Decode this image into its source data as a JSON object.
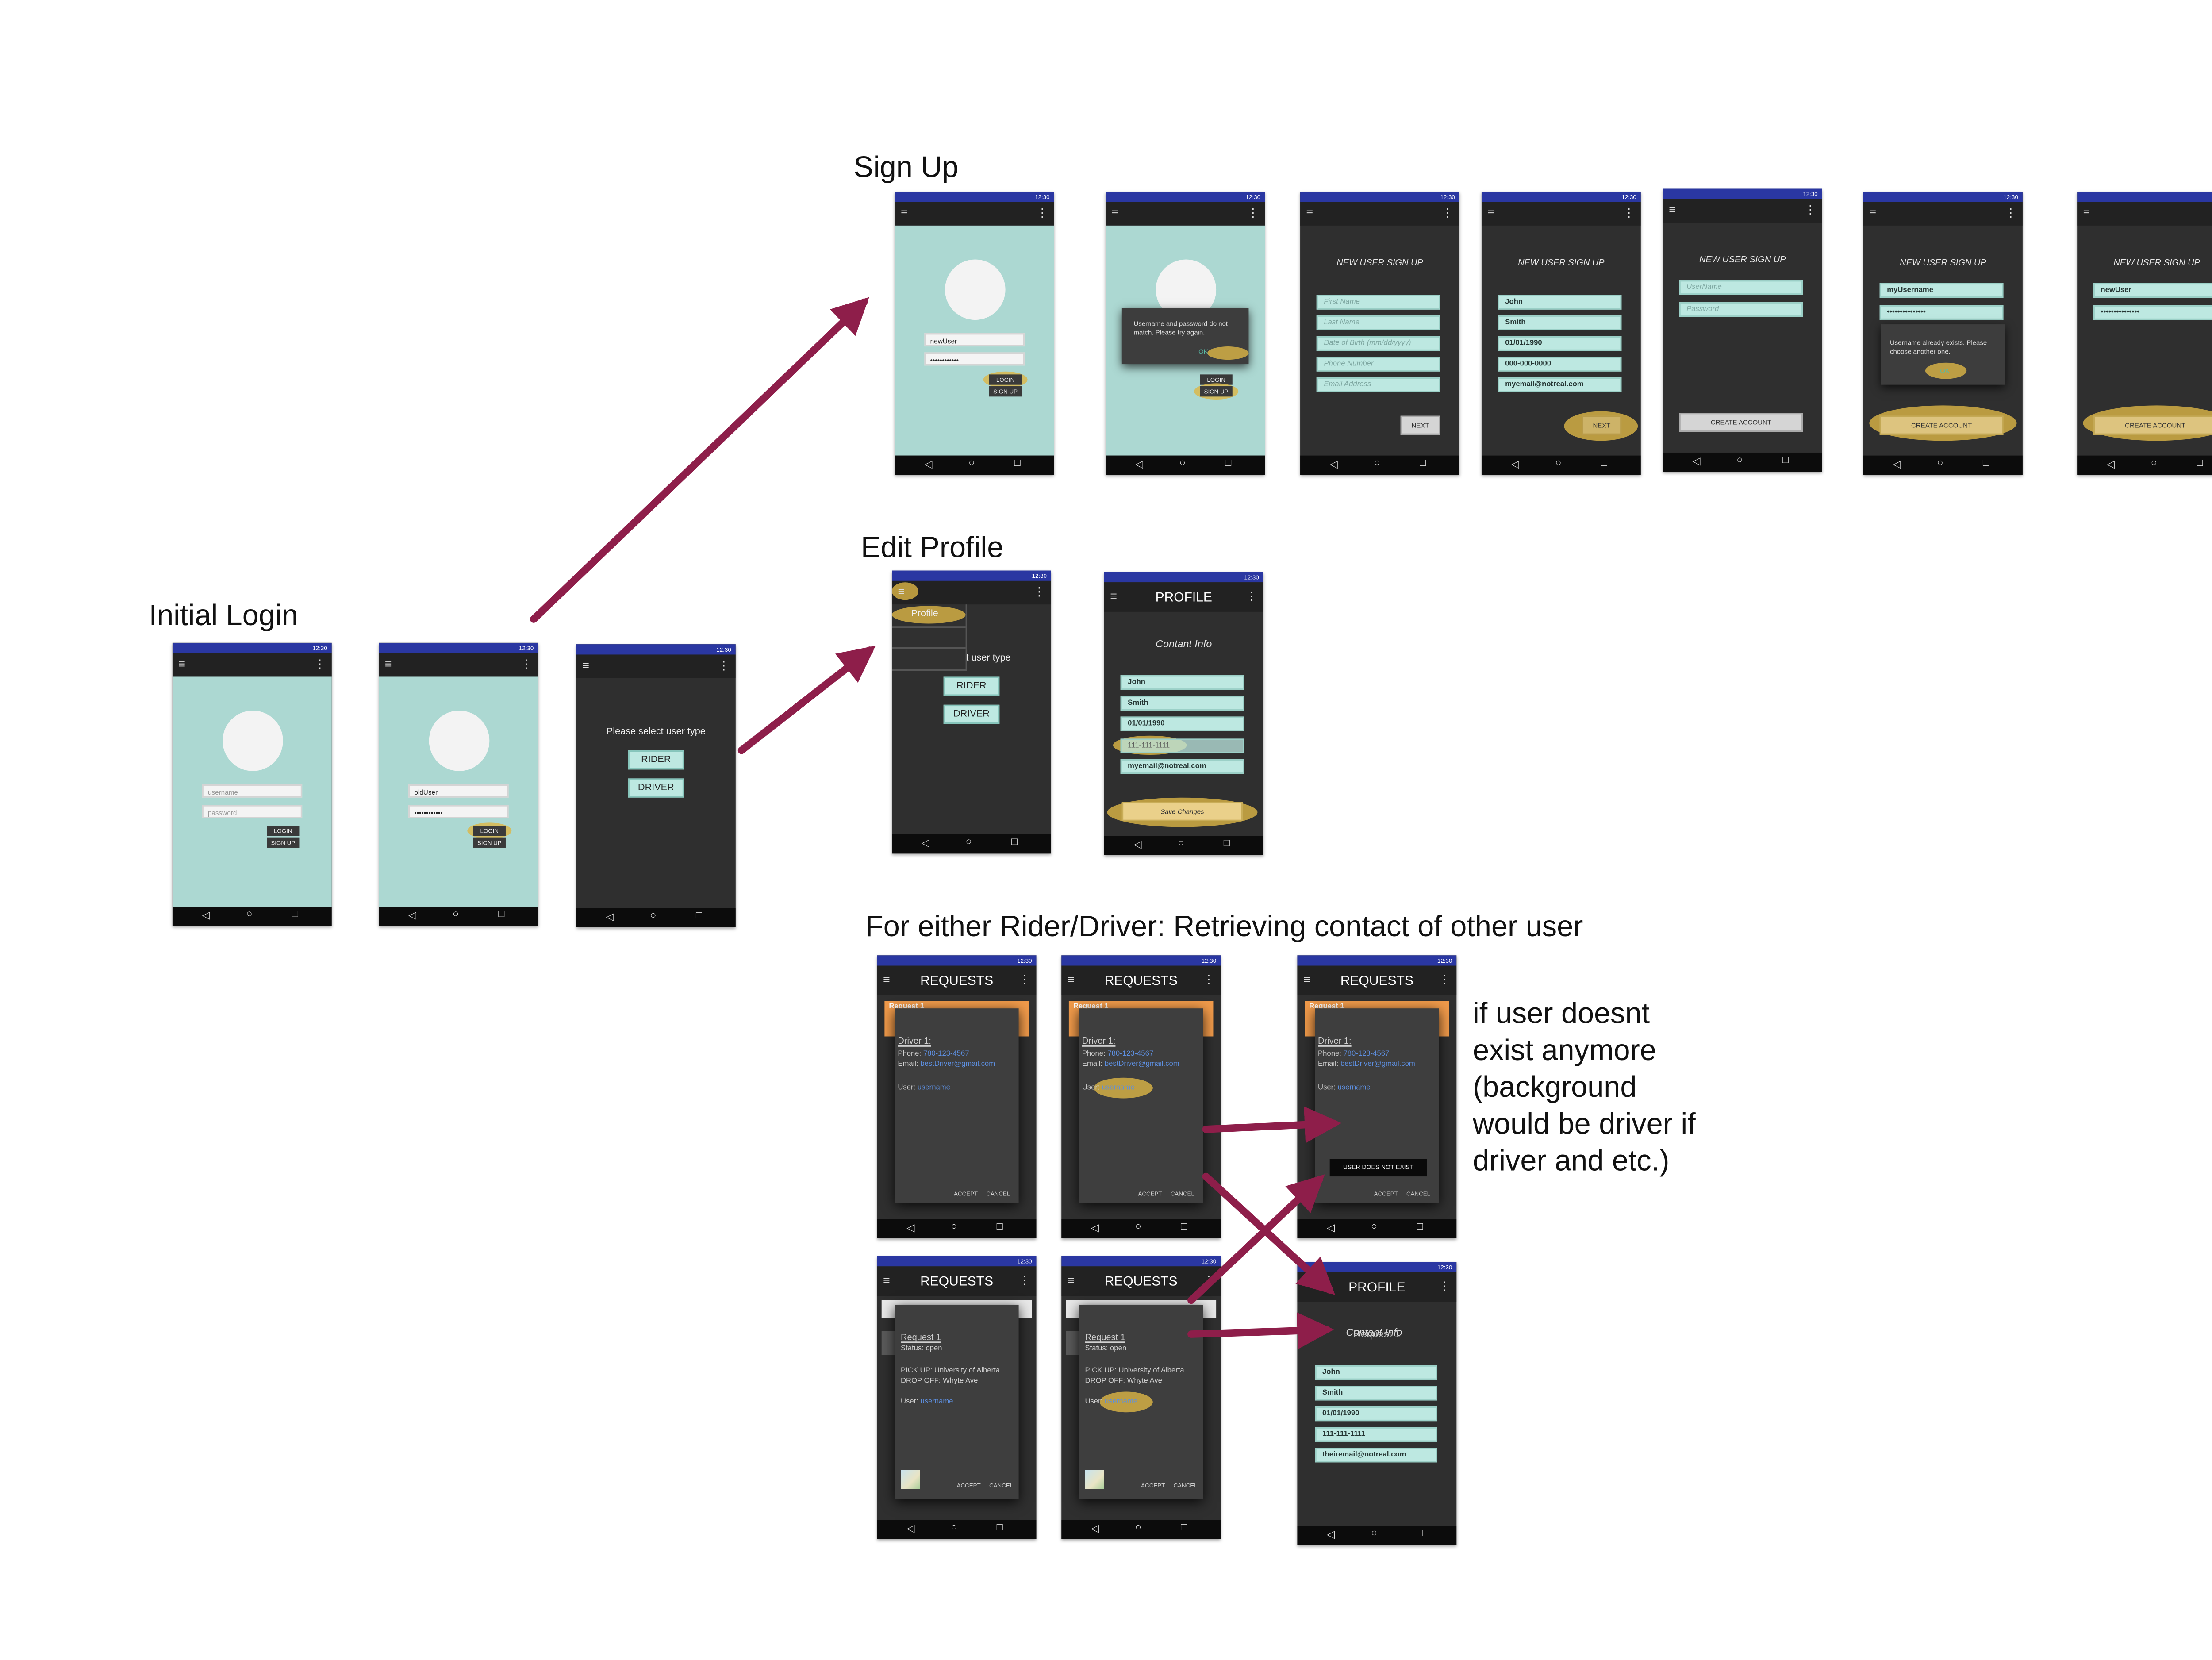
{
  "labels": {
    "initial_login": "Initial Login",
    "sign_up": "Sign Up",
    "edit_profile": "Edit Profile",
    "retrieving": "For either Rider/Driver: Retrieving contact of other user",
    "note": "if user doesnt exist anymore (background would be driver if driver and etc.)"
  },
  "phone": {
    "time": "12:30",
    "menu_icon": "≡",
    "overflow_icon": "⋮",
    "nav_back": "◁",
    "nav_home": "○",
    "nav_recent": "□"
  },
  "login": {
    "username_placeholder": "username",
    "password_placeholder": "password",
    "username_old": "oldUser",
    "username_new": "newUser",
    "password_dots": "••••••••••••",
    "login_label": "LOGIN",
    "signup_label": "SIGN UP",
    "error_message": "Username and password do not match. Please try again.",
    "ok_label": "OK"
  },
  "user_type": {
    "prompt": "Please select user type",
    "prompt_partial": "ct user type",
    "rider": "RIDER",
    "driver": "DRIVER",
    "drawer_profile": "Profile"
  },
  "signup": {
    "heading": "NEW USER SIGN UP",
    "first_name_ph": "First Name",
    "last_name_ph": "Last Name",
    "dob_ph": "Date of Birth (mm/dd/yyyy)",
    "phone_ph": "Phone Number",
    "email_ph": "Email Address",
    "first_name": "John",
    "last_name": "Smith",
    "dob": "01/01/1990",
    "phone": "000-000-0000",
    "email": "myemail@notreal.com",
    "next": "NEXT",
    "username_ph": "UserName",
    "password_ph": "Password",
    "create_account": "CREATE ACCOUNT",
    "username_taken": "myUsername",
    "username_new": "newUser",
    "password_dots": "•••••••••••••••",
    "exists_message": "Username already exists. Please choose another one.",
    "ok": "OK"
  },
  "profile": {
    "title": "PROFILE",
    "contact_heading": "Contant Info",
    "first_name": "John",
    "last_name": "Smith",
    "dob": "01/01/1990",
    "phone": "111-111-1111",
    "email": "myemail@notreal.com",
    "other_email": "theiremail@notreal.com",
    "save": "Save Changes"
  },
  "requests": {
    "title": "REQUESTS",
    "request_tab": "Request 1",
    "driver_title": "Driver 1:",
    "phone_label": "Phone:",
    "phone_value": "780-123-4567",
    "email_label": "Email:",
    "email_value": "bestDriver@gmail.com",
    "user_label": "User:",
    "user_value": "username",
    "accept": "ACCEPT",
    "cancel": "CANCEL",
    "not_exist": "USER DOES NOT EXIST",
    "request_title": "Request 1",
    "status": "Status: open",
    "pickup": "PICK UP: University of Alberta",
    "dropoff": "DROP OFF: Whyte Ave"
  },
  "colors": {
    "arrow": "#8e1e4a",
    "status_bar": "#2a37a2",
    "teal": "#acd8d2",
    "highlight": "#ddb746",
    "request_tab": "#f09a4a"
  }
}
